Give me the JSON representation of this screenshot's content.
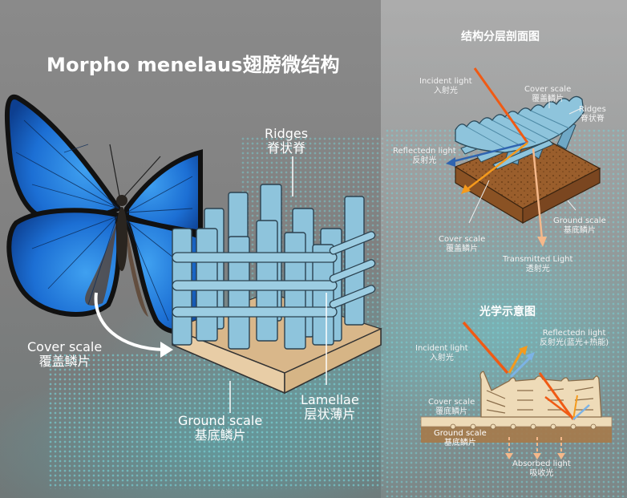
{
  "main": {
    "title": "Morpho menelaus翅膀微结构",
    "labels": {
      "ridges": {
        "en": "Ridges",
        "cn": "脊状脊"
      },
      "cover_scale": {
        "en": "Cover scale",
        "cn": "覆盖鳞片"
      },
      "ground_scale": {
        "en": "Ground scale",
        "cn": "基底鳞片"
      },
      "lamellae": {
        "en": "Lamellae",
        "cn": "层状薄片"
      }
    }
  },
  "cross_section": {
    "title": "结构分层剖面图",
    "labels": {
      "incident": {
        "en": "Incident light",
        "cn": "入射光"
      },
      "cover_scale_top": {
        "en": "Cover scale",
        "cn": "覆盖鳞片"
      },
      "ridges": {
        "en": "Ridges",
        "cn": "脊状脊"
      },
      "reflected": {
        "en": "Reflectedn light",
        "cn": "反射光"
      },
      "ground_scale": {
        "en": "Ground scale",
        "cn": "基底鳞片"
      },
      "cover_scale_bottom": {
        "en": "Cover scale",
        "cn": "覆盖鳞片"
      },
      "transmitted": {
        "en": "Transmitted Light",
        "cn": "透射光"
      }
    }
  },
  "optics": {
    "title": "光学示意图",
    "labels": {
      "incident": {
        "en": "Incident light",
        "cn": "入射光"
      },
      "reflected": {
        "en": "Reflectedn light",
        "cn": "反射光(蓝光+热能)"
      },
      "cover_scale": {
        "en": "Cover scale",
        "cn": "覆底鳞片"
      },
      "ground_scale": {
        "en": "Ground scale",
        "cn": "基底鳞片"
      },
      "absorbed": {
        "en": "Absorbed light",
        "cn": "吸收光"
      }
    }
  },
  "colors": {
    "wing_blue": "#1f6fd0",
    "structure_blue": "#8cc3dc",
    "base_tan": "#e6c9a0",
    "soil_brown": "#9a5e2c",
    "incident_orange": "#f05a14",
    "reflect_amber": "#f59a1c",
    "reflect_blue": "#2f64b0",
    "light_blue": "#7cb3e6"
  }
}
